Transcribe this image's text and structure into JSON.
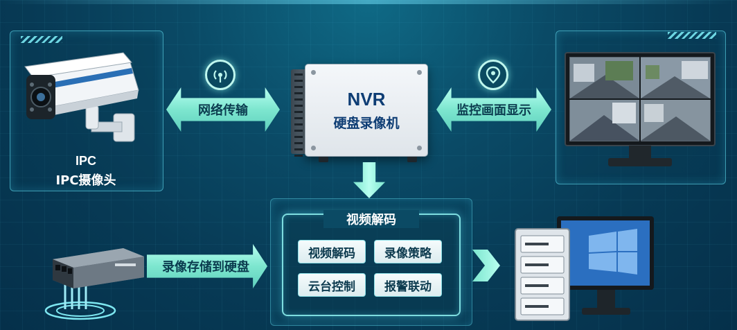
{
  "camera": {
    "line1": "IPC",
    "line2": "IPC摄像头"
  },
  "links": {
    "network": "网络传输",
    "display": "监控画面显示",
    "storage": "录像存储到硬盘"
  },
  "nvr": {
    "title": "NVR",
    "subtitle": "硬盘录像机"
  },
  "decode": {
    "title": "视频解码",
    "chips": [
      "视频解码",
      "录像策略",
      "云台控制",
      "报警联动"
    ]
  },
  "icons": {
    "network": "wifi-signal-icon",
    "display": "location-pin-icon"
  },
  "colors": {
    "background": "#0a4a66",
    "arrow": "#7de6cf",
    "nvr_text": "#0e3d74"
  }
}
